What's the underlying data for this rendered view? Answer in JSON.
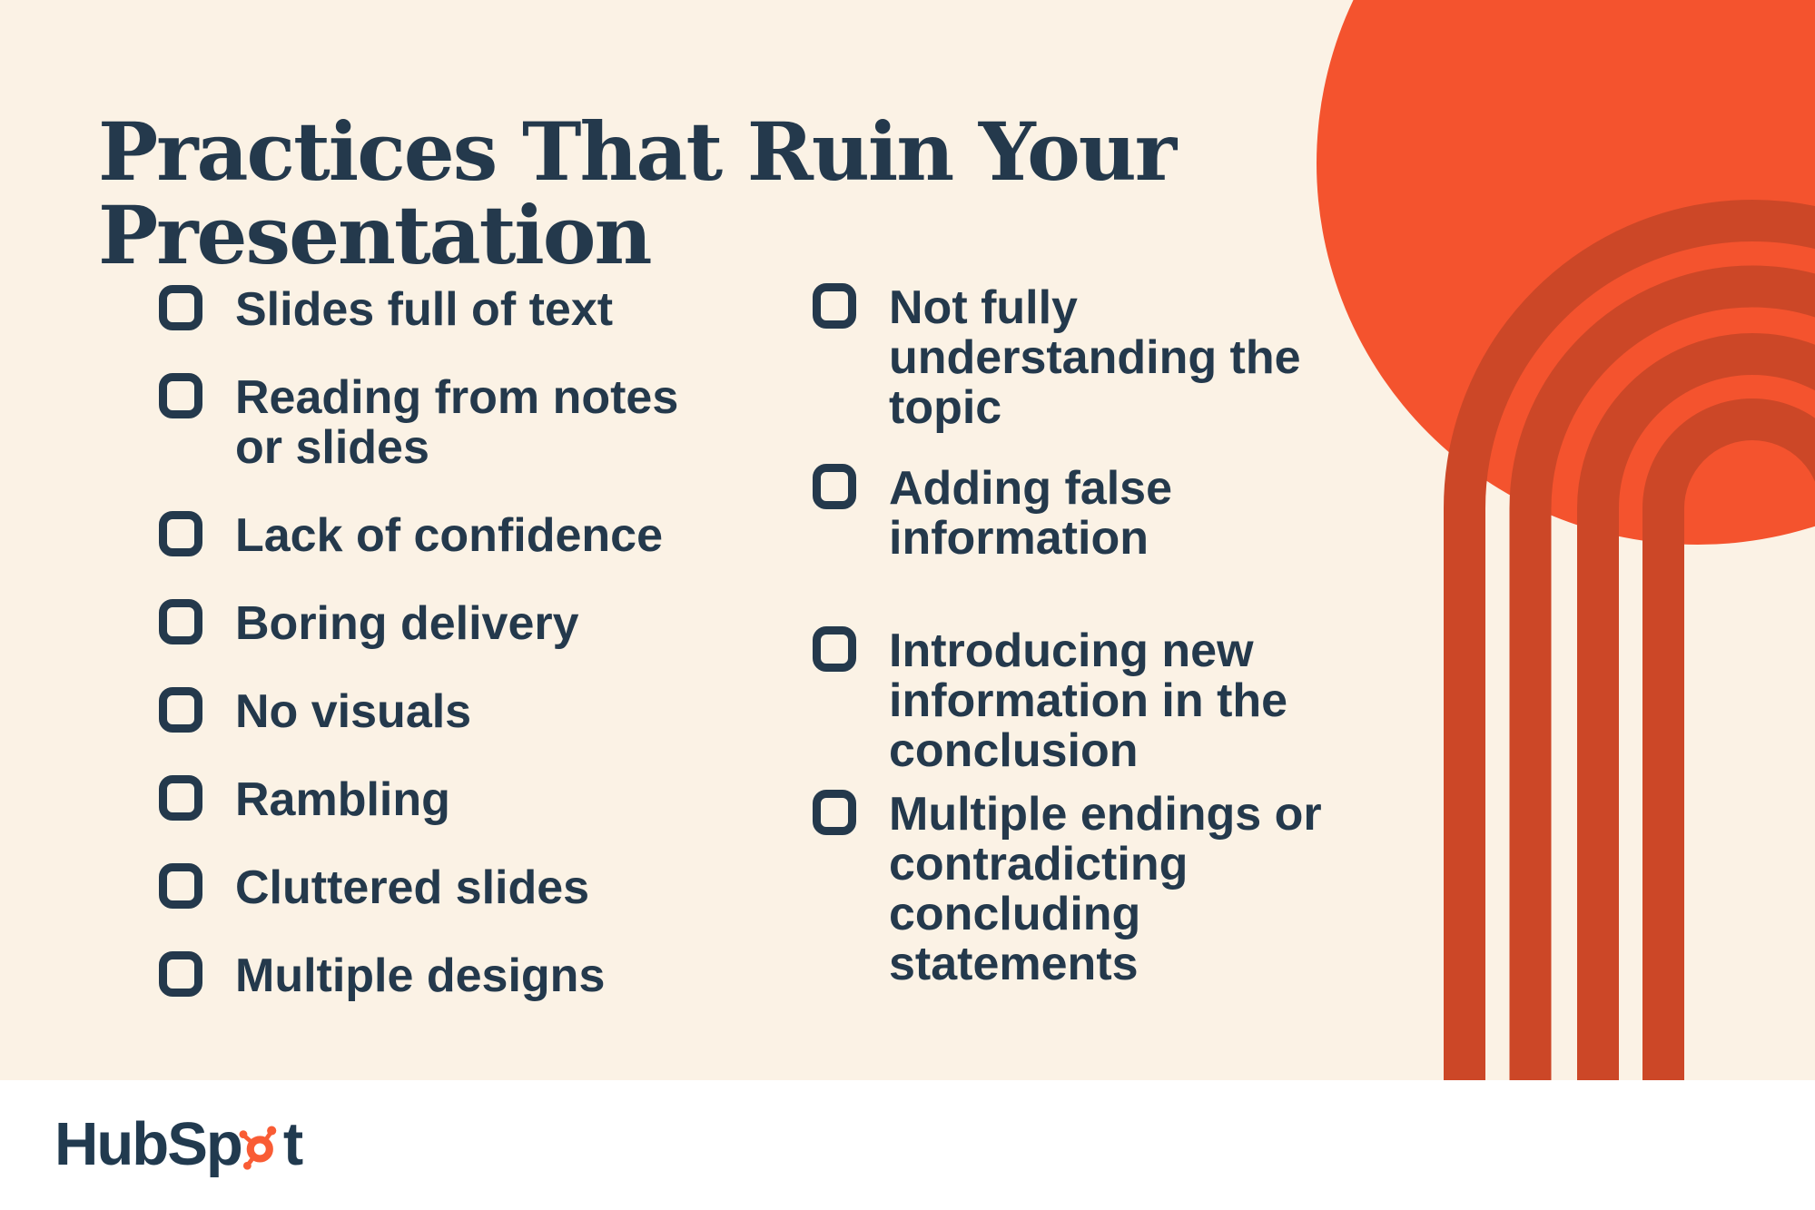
{
  "colors": {
    "background": "#FBF2E5",
    "footer-band": "#FFFFFF",
    "navy": "#24394C",
    "sun": "#F4532E",
    "arc": "#CC4727",
    "logo-navy": "#213A4F",
    "logo-orange": "#F95C35"
  },
  "title": {
    "lines": [
      "Practices That Ruin Your",
      "Presentation"
    ]
  },
  "checklist": {
    "left": [
      [
        "Slides full of text"
      ],
      [
        "Reading from notes",
        "or slides"
      ],
      [
        "Lack of confidence"
      ],
      [
        "Boring delivery"
      ],
      [
        "No visuals"
      ],
      [
        "Rambling"
      ],
      [
        "Cluttered slides"
      ],
      [
        "Multiple designs"
      ]
    ],
    "right": [
      [
        "Not fully",
        "understanding the",
        "topic"
      ],
      [
        "Adding false",
        "information"
      ],
      [
        "Introducing new",
        "information in the",
        "conclusion"
      ],
      [
        "Multiple endings or",
        "contradicting",
        "concluding",
        "statements"
      ]
    ]
  },
  "footer": {
    "logo_prefix": "HubSp",
    "logo_suffix": "t"
  },
  "icons": {
    "checkbox": "checkbox-outline-icon",
    "sprocket": "hubspot-sprocket-icon",
    "sun": "sun-circle-shape",
    "arcs": "rainbow-arcs-shape"
  }
}
